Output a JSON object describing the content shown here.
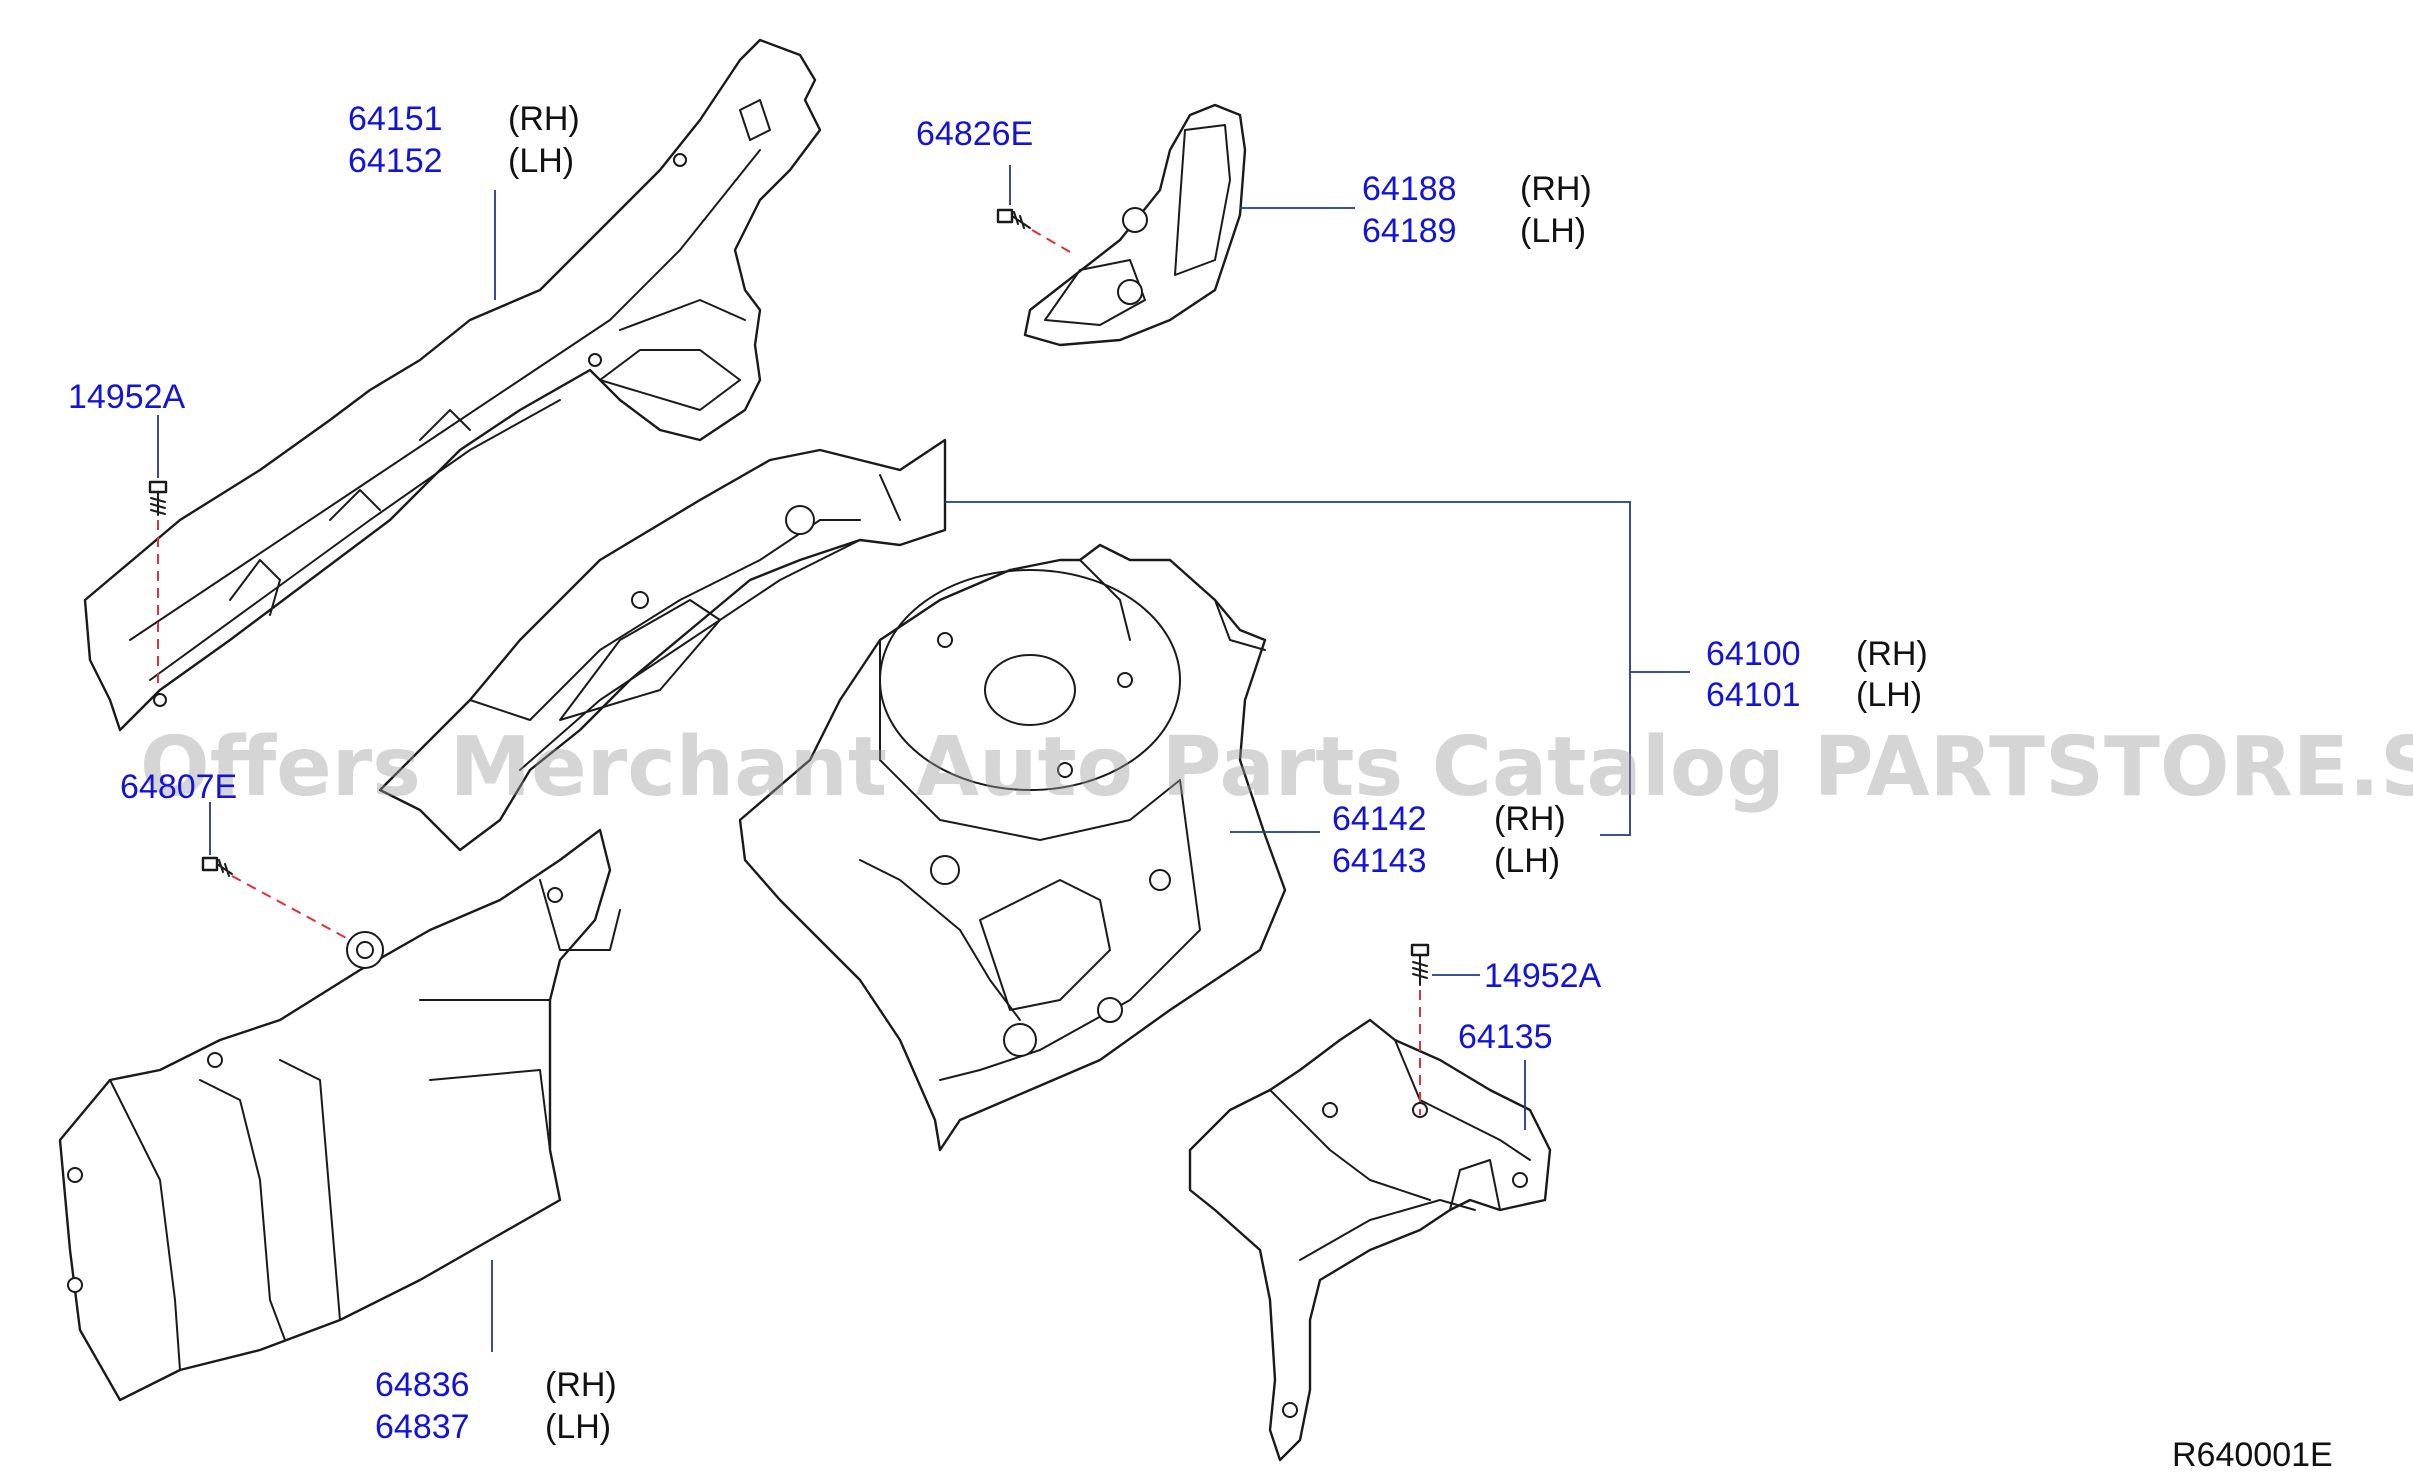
{
  "labels": {
    "p64151": "64151",
    "p64152": "64152",
    "p64826E": "64826E",
    "p64188": "64188",
    "p64189": "64189",
    "p14952A_left": "14952A",
    "p64100": "64100",
    "p64101": "64101",
    "p64807E": "64807E",
    "p64142": "64142",
    "p64143": "64143",
    "p14952A_right": "14952A",
    "p64135": "64135",
    "p64836": "64836",
    "p64837": "64837"
  },
  "sides": {
    "rh": "(RH)",
    "lh": "(LH)"
  },
  "diagram_code": "R640001E",
  "watermark": "Offers Merchant Auto Parts Catalog PARTSTORE.SA",
  "colors": {
    "part_number": "#1414d4",
    "leader": "#1f3a8a",
    "fastener_axis": "#e0303a",
    "outline": "#1a1a1a"
  }
}
